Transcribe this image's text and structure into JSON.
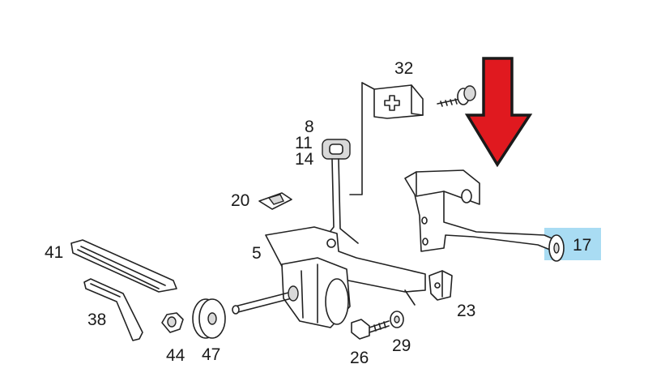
{
  "part_labels": {
    "p32": "32",
    "p8": "8",
    "p11": "11",
    "p14": "14",
    "p20": "20",
    "p5": "5",
    "p41": "41",
    "p38": "38",
    "p44": "44",
    "p47": "47",
    "p26": "26",
    "p29": "29",
    "p23": "23",
    "p17": "17"
  },
  "highlight": {
    "part": "17",
    "color": "#a9dcf3"
  },
  "arrow": {
    "color": "#e0191f",
    "outline": "#1a1a1a",
    "points_to": "17"
  }
}
